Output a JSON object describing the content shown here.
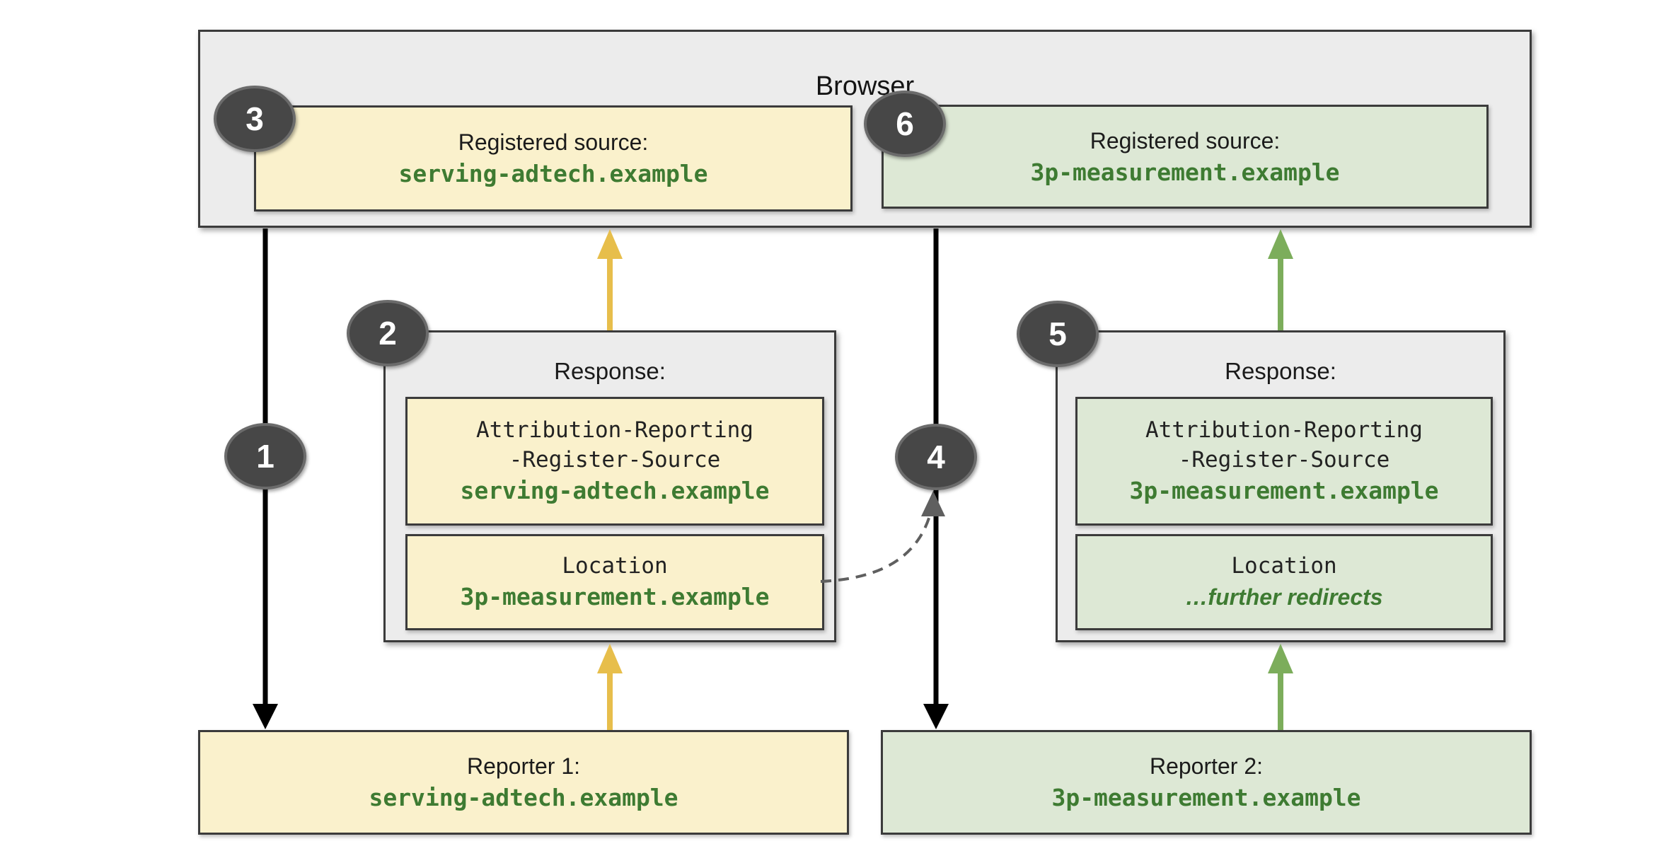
{
  "diagram": {
    "browser": {
      "title": "Browser",
      "registered_sources": [
        {
          "badge": "3",
          "label": "Registered source:",
          "domain": "serving-adtech.example"
        },
        {
          "badge": "6",
          "label": "Registered source:",
          "domain": "3p-measurement.example"
        }
      ]
    },
    "responses": [
      {
        "badge": "2",
        "title": "Response:",
        "headers": [
          {
            "name_line1": "Attribution-Reporting",
            "name_line2": "-Register-Source",
            "value": "serving-adtech.example"
          },
          {
            "name_line1": "Location",
            "value": "3p-measurement.example"
          }
        ]
      },
      {
        "badge": "5",
        "title": "Response:",
        "headers": [
          {
            "name_line1": "Attribution-Reporting",
            "name_line2": "-Register-Source",
            "value": "3p-measurement.example"
          },
          {
            "name_line1": "Location",
            "value": "…further redirects"
          }
        ]
      }
    ],
    "reporters": [
      {
        "label": "Reporter 1:",
        "domain": "serving-adtech.example"
      },
      {
        "label": "Reporter 2:",
        "domain": "3p-measurement.example"
      }
    ],
    "step_badges": {
      "arrow1": "1",
      "arrow4": "4"
    },
    "colors": {
      "yellow_fill": "#FAF1CC",
      "green_fill": "#DDE8D5",
      "container_fill": "#ECECEC",
      "border_dark": "#3B3B3B",
      "green_text": "#3E7B32",
      "yellow_arrow": "#E7BE4B",
      "green_arrow": "#7CAD5B",
      "black_arrow": "#000000",
      "dashed_gray": "#5F5F5F",
      "badge_fill": "#474747"
    }
  }
}
